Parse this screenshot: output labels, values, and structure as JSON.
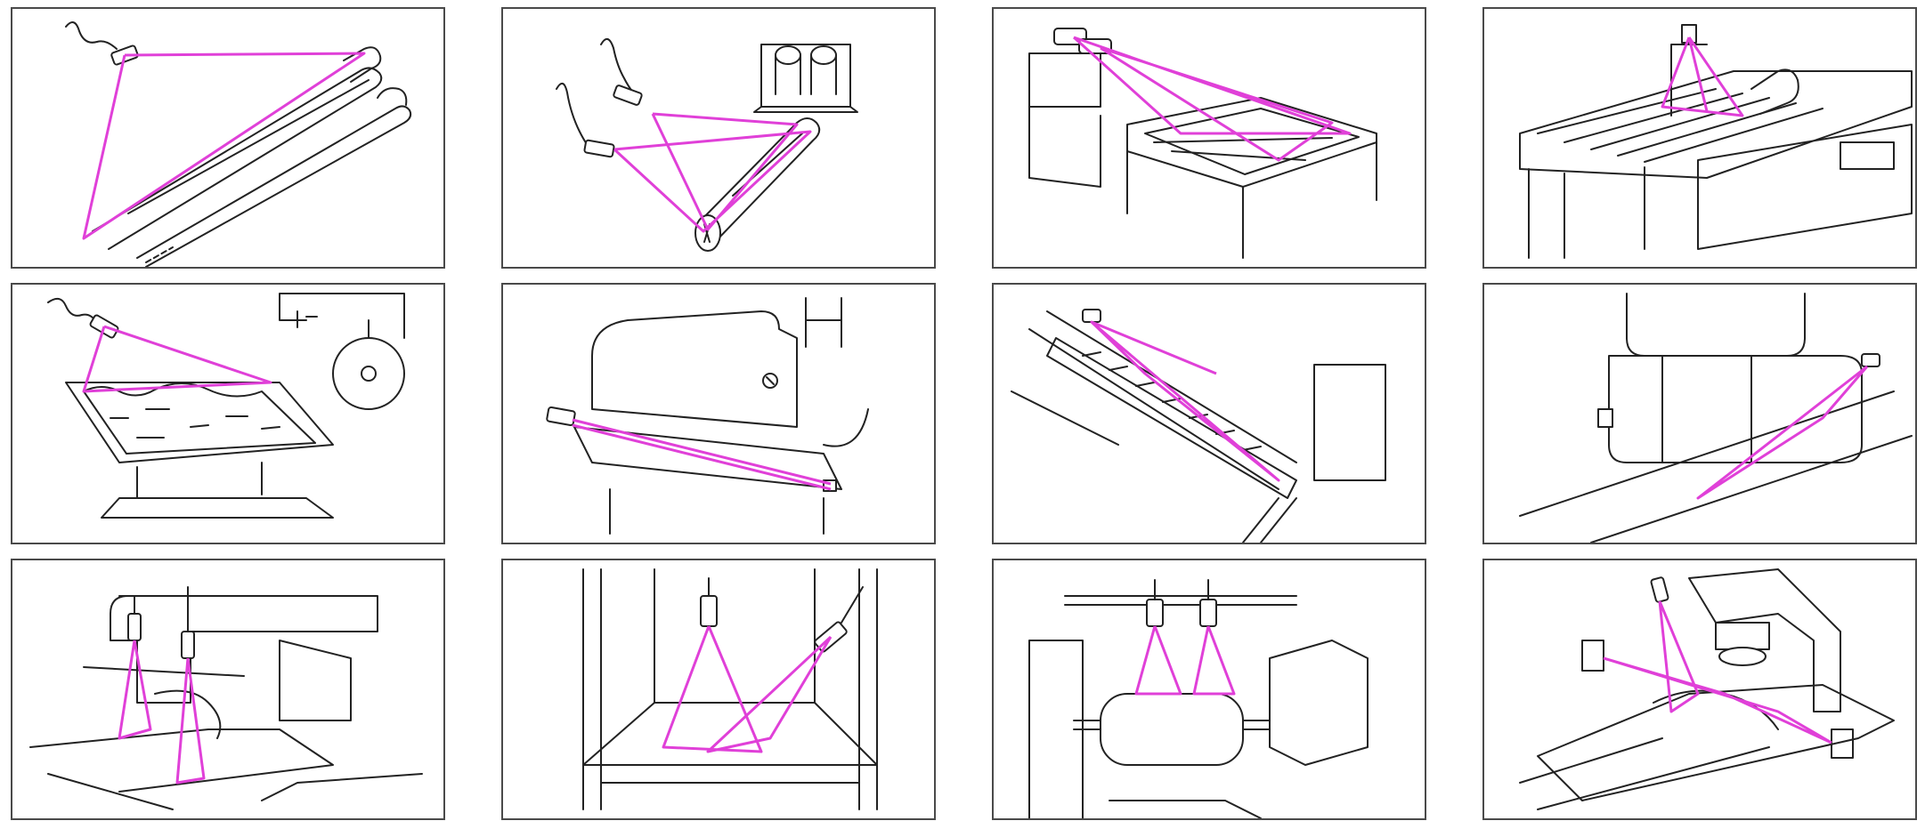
{
  "figure": {
    "panel_count": 12,
    "rows": 3,
    "columns": 4,
    "beam_color": "#e040d8",
    "line_color": "#222222",
    "frame_color": "#4a4a4a",
    "background_color": "#ffffff"
  }
}
